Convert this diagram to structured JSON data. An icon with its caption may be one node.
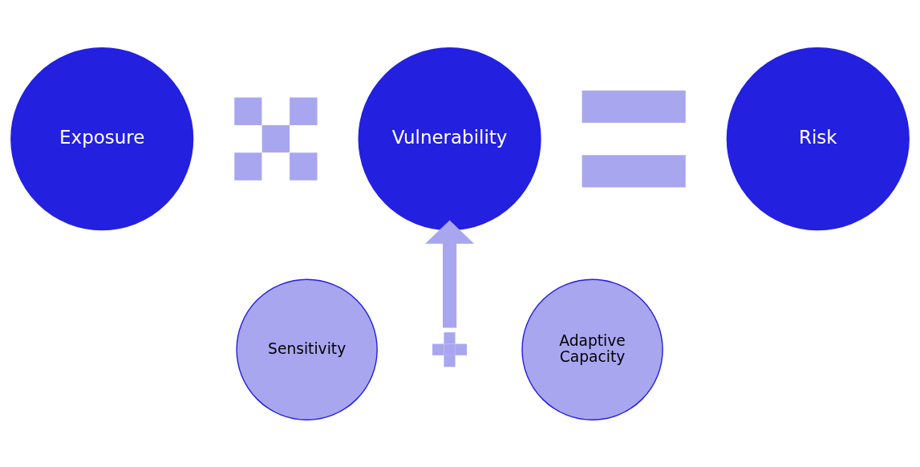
{
  "diagram": {
    "nodes": [
      {
        "text": [
          "Exposure"
        ]
      },
      {
        "text": [],
        "shape": "cross"
      },
      {
        "text": [
          "Vulnerability"
        ]
      },
      {
        "text": [],
        "shape": "equals"
      },
      {
        "text": [
          "Risk"
        ]
      },
      {
        "text": [
          "Sensitivity"
        ]
      },
      {
        "text": [],
        "shape": "plus"
      },
      {
        "text": [
          "Adaptive Capacity"
        ]
      }
    ],
    "edges": [
      {
        "from": 6,
        "to": 2,
        "arrow": "to"
      }
    ]
  }
}
